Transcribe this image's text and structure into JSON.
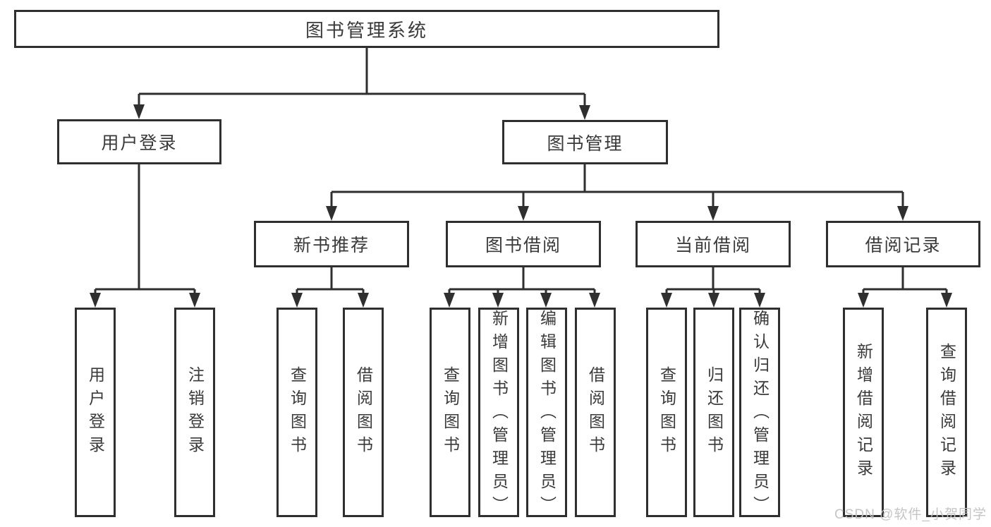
{
  "diagram": {
    "root": {
      "label": "图书管理系统"
    },
    "level2": {
      "user_login": {
        "label": "用户登录"
      },
      "book_management": {
        "label": "图书管理"
      }
    },
    "user_login_children": {
      "login": {
        "label": "用户登录"
      },
      "logout": {
        "label": "注销登录"
      }
    },
    "level3": {
      "new_book_recommend": {
        "label": "新书推荐"
      },
      "book_borrow": {
        "label": "图书借阅"
      },
      "current_borrow": {
        "label": "当前借阅"
      },
      "borrow_records": {
        "label": "借阅记录"
      }
    },
    "recommend_children": {
      "query_book": {
        "label": "查询图书"
      },
      "borrow_book": {
        "label": "借阅图书"
      }
    },
    "borrow_children": {
      "query_book": {
        "label": "查询图书"
      },
      "add_book": {
        "label": "新增图书（管理员）"
      },
      "edit_book": {
        "label": "编辑图书（管理员）"
      },
      "borrow_book": {
        "label": "借阅图书"
      }
    },
    "current_children": {
      "query_book": {
        "label": "查询图书"
      },
      "return_book": {
        "label": "归还图书"
      },
      "confirm_return": {
        "label": "确认归还（管理员）"
      }
    },
    "record_children": {
      "add_record": {
        "label": "新增借阅记录"
      },
      "query_record": {
        "label": "查询借阅记录"
      }
    }
  },
  "watermark": {
    "text": "CSDN @软件_小贺同学"
  },
  "colors": {
    "line": "#2f2f2f",
    "border": "#2f2f2f",
    "text": "#3a3a3a",
    "watermark": "#c2c2c2",
    "background": "#ffffff"
  }
}
